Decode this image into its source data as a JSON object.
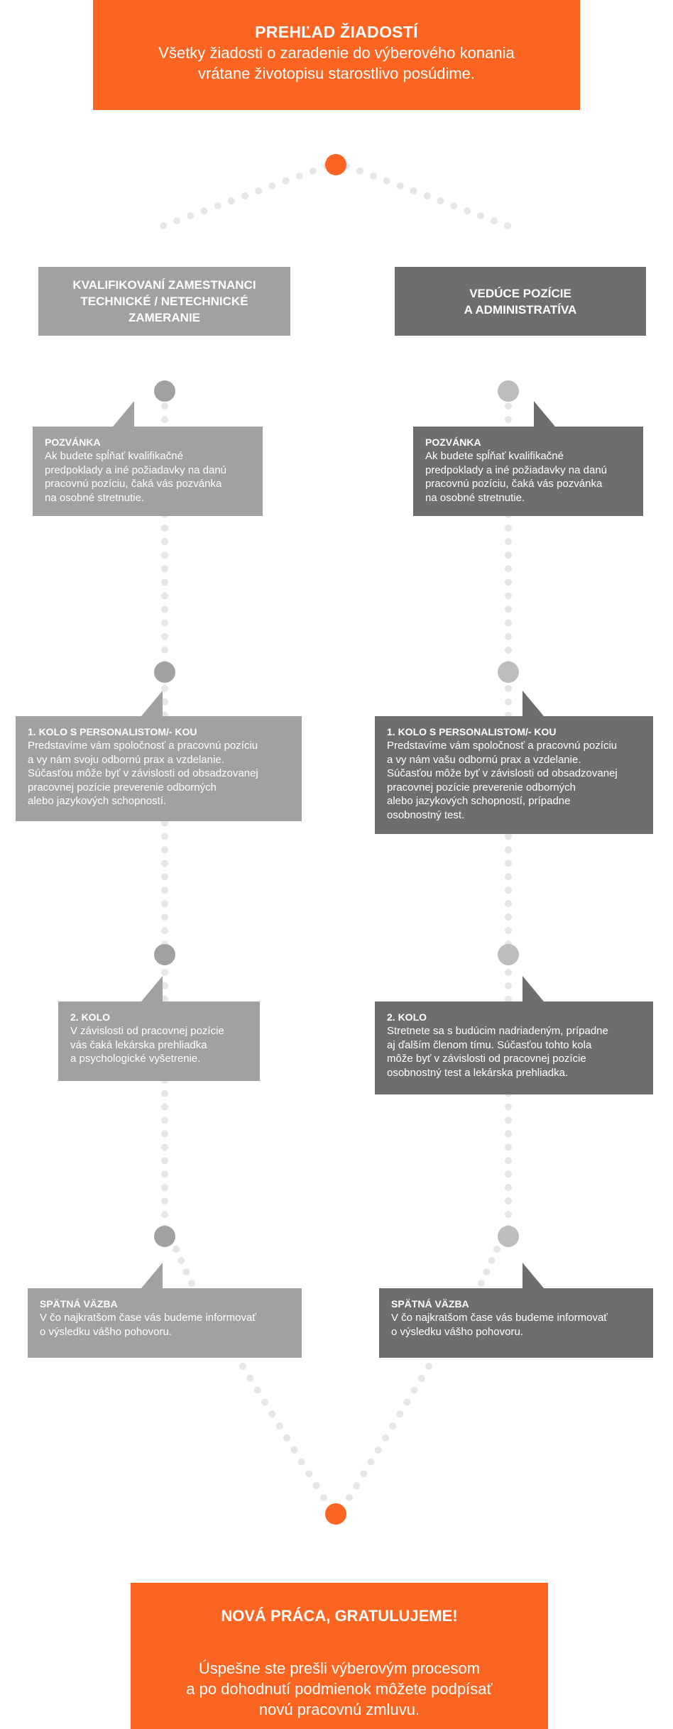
{
  "top": {
    "title": "PREHĽAD ŽIADOSTÍ",
    "line1": "Všetky žiadosti o zaradenie do výberového konania",
    "line2": "vrátane životopisu starostlivo posúdime."
  },
  "columns": {
    "left": {
      "header_line1": "KVALIFIKOVANÍ ZAMESTNANCI",
      "header_line2": "TECHNICKÉ / NETECHNICKÉ",
      "header_line3": "ZAMERANIE",
      "cards": [
        {
          "title": "POZVÁNKA",
          "lines": [
            "Ak budete spĺňať kvalifikačné",
            "predpoklady a iné požiadavky na danú",
            "pracovnú pozíciu, čaká vás pozvánka",
            "na osobné stretnutie."
          ]
        },
        {
          "title": "1. KOLO S PERSONALISTOM/- KOU",
          "lines": [
            "Predstavíme vám spoločnosť a pracovnú pozíciu",
            "a vy nám svoju odbornú prax a vzdelanie.",
            "Súčasťou môže byť v závislosti od obsadzovanej",
            "pracovnej pozície preverenie odborných",
            "alebo jazykových schopností."
          ]
        },
        {
          "title": "2. KOLO",
          "lines": [
            "V závislosti od pracovnej pozície",
            "vás čaká lekárska prehliadka",
            "a psychologické vyšetrenie."
          ]
        },
        {
          "title": "SPÄTNÁ VÄZBA",
          "lines": [
            "V čo najkratšom čase vás budeme informovať",
            "o výsledku vášho pohovoru."
          ]
        }
      ]
    },
    "right": {
      "header_line1": "VEDÚCE POZÍCIE",
      "header_line2": "A ADMINISTRATÍVA",
      "cards": [
        {
          "title": "POZVÁNKA",
          "lines": [
            "Ak budete spĺňať kvalifikačné",
            "predpoklady a iné požiadavky na danú",
            "pracovnú pozíciu, čaká vás pozvánka",
            "na osobné stretnutie."
          ]
        },
        {
          "title": "1. KOLO S PERSONALISTOM/- KOU",
          "lines": [
            "Predstavíme vám spoločnosť a pracovnú pozíciu",
            "a vy nám vašu odbornú prax a vzdelanie.",
            "Súčasťou môže byť v závislosti od obsadzovanej",
            "pracovnej pozície preverenie odborných",
            "alebo jazykových schopností, prípadne",
            "osobnostný test."
          ]
        },
        {
          "title": "2. KOLO",
          "lines": [
            "Stretnete sa s budúcim nadriadeným, prípadne",
            "aj ďalším členom tímu. Súčasťou tohto kola",
            "môže byť v závislosti od pracovnej pozície",
            "osobnostný test a lekárska prehliadka."
          ]
        },
        {
          "title": "SPÄTNÁ VÄZBA",
          "lines": [
            "V čo najkratšom čase vás budeme informovať",
            "o výsledku vášho pohovoru."
          ]
        }
      ]
    }
  },
  "bottom": {
    "title": "NOVÁ PRÁCA, GRATULUJEME!",
    "line1": "Úspešne ste prešli výberovým procesom",
    "line2": "a po dohodnutí podmienok môžete podpísať",
    "line3": "novú pracovnú zmluvu."
  },
  "colors": {
    "orange": "#fb6521",
    "gray_light": "#a1a1a1",
    "gray_dark": "#6e6e6e",
    "dots": "#e6e6e6",
    "node_left": "#a1a1a1",
    "node_right": "#bdbdbd"
  }
}
